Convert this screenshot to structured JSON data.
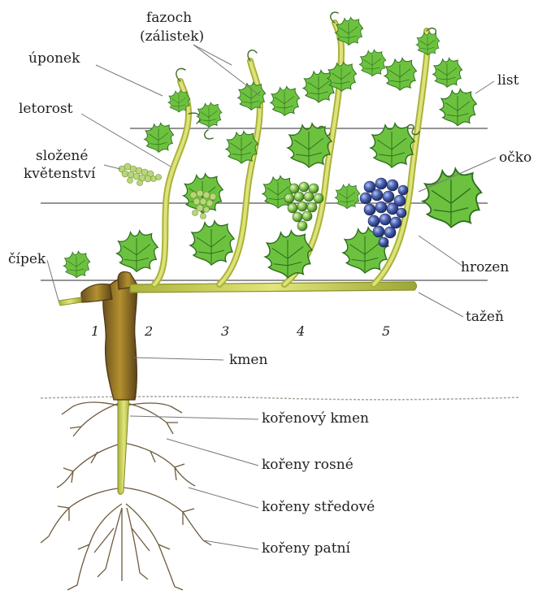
{
  "labels": {
    "fazoch": "fazoch",
    "zalistek": "(zálistek)",
    "uponek": "úponek",
    "letorost": "letorost",
    "slozene": "složené",
    "kvetenstvi": "květenství",
    "cipek": "čípek",
    "list": "list",
    "ocko": "očko",
    "hrozen": "hrozen",
    "tazen": "tažeň",
    "kmen": "kmen",
    "korenovy_kmen": "kořenový kmen",
    "koreny_rosne": "kořeny rosné",
    "koreny_stredove": "kořeny středové",
    "koreny_patni": "kořeny patní"
  },
  "shoot_numbers": [
    "1",
    "2",
    "3",
    "4",
    "5"
  ],
  "colors": {
    "leaf": "#5fb83a",
    "leaf_dark": "#2f7d24",
    "stem": "#c9d45a",
    "trunk": "#8a6a2e",
    "grape_green": "#7fc24f",
    "grape_blue": "#3f5aa8",
    "wire": "#555555",
    "root": "#7a6b4e"
  }
}
